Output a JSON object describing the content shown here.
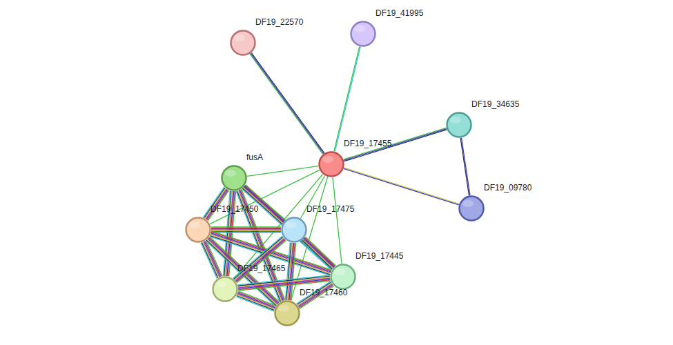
{
  "diagram": {
    "nodes": [
      {
        "text": [
          "DF19_22570"
        ]
      },
      {
        "text": [
          "DF19_41995"
        ]
      },
      {
        "text": [
          "DF19_34635"
        ]
      },
      {
        "text": [
          "DF19_17455"
        ]
      },
      {
        "text": [
          "fusA"
        ]
      },
      {
        "text": [
          "DF19_09780"
        ]
      },
      {
        "text": [
          "DF19_17450"
        ]
      },
      {
        "text": [
          "DF19_17475"
        ]
      },
      {
        "text": [
          "DF19_17445"
        ]
      },
      {
        "text": [
          "DF19_17465"
        ]
      },
      {
        "text": [
          "DF19_17460"
        ]
      }
    ],
    "edges": [
      {
        "from": 3,
        "to": 0,
        "arrow": "none"
      },
      {
        "from": 3,
        "to": 1,
        "arrow": "none"
      },
      {
        "from": 3,
        "to": 2,
        "arrow": "none"
      },
      {
        "from": 3,
        "to": 5,
        "arrow": "none"
      },
      {
        "from": 3,
        "to": 4,
        "arrow": "none"
      },
      {
        "from": 3,
        "to": 6,
        "arrow": "none"
      },
      {
        "from": 3,
        "to": 7,
        "arrow": "none"
      },
      {
        "from": 3,
        "to": 8,
        "arrow": "none"
      },
      {
        "from": 3,
        "to": 9,
        "arrow": "none"
      },
      {
        "from": 3,
        "to": 10,
        "arrow": "none"
      },
      {
        "from": 2,
        "to": 5,
        "arrow": "none"
      },
      {
        "from": 4,
        "to": 6,
        "arrow": "none"
      },
      {
        "from": 4,
        "to": 7,
        "arrow": "none"
      },
      {
        "from": 4,
        "to": 8,
        "arrow": "none"
      },
      {
        "from": 4,
        "to": 9,
        "arrow": "none"
      },
      {
        "from": 4,
        "to": 10,
        "arrow": "none"
      },
      {
        "from": 6,
        "to": 7,
        "arrow": "none"
      },
      {
        "from": 6,
        "to": 8,
        "arrow": "none"
      },
      {
        "from": 6,
        "to": 9,
        "arrow": "none"
      },
      {
        "from": 6,
        "to": 10,
        "arrow": "none"
      },
      {
        "from": 7,
        "to": 8,
        "arrow": "none"
      },
      {
        "from": 7,
        "to": 9,
        "arrow": "none"
      },
      {
        "from": 7,
        "to": 10,
        "arrow": "none"
      },
      {
        "from": 8,
        "to": 9,
        "arrow": "none"
      },
      {
        "from": 8,
        "to": 10,
        "arrow": "none"
      },
      {
        "from": 9,
        "to": 10,
        "arrow": "none"
      }
    ]
  }
}
